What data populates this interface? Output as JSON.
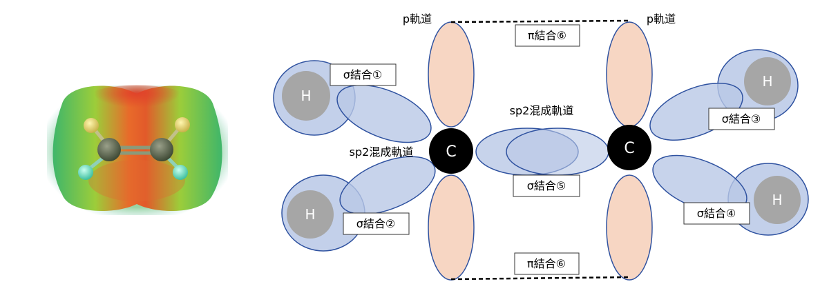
{
  "labels": {
    "p_orbital_left": "p軌道",
    "p_orbital_right": "p軌道",
    "pi_bond_top": "π結合⑥",
    "pi_bond_bottom": "π結合⑥",
    "sigma_bond_1": "σ結合①",
    "sigma_bond_2": "σ結合②",
    "sigma_bond_3": "σ結合③",
    "sigma_bond_4": "σ結合④",
    "sigma_bond_5": "σ結合⑤",
    "sp2_hybrid_center": "sp2混成軌道",
    "sp2_hybrid_left": "sp2混成軌道"
  },
  "atoms": {
    "carbon": "C",
    "hydrogen": "H"
  },
  "colors": {
    "sp2_fill": "#b9c8e6",
    "sp2_stroke": "#2f52a0",
    "p_fill": "#f7d6c3",
    "p_stroke": "#2f52a0",
    "carbon_fill": "#000000",
    "hydrogen_core": "#a6a6a6",
    "label_border": "#333333"
  }
}
